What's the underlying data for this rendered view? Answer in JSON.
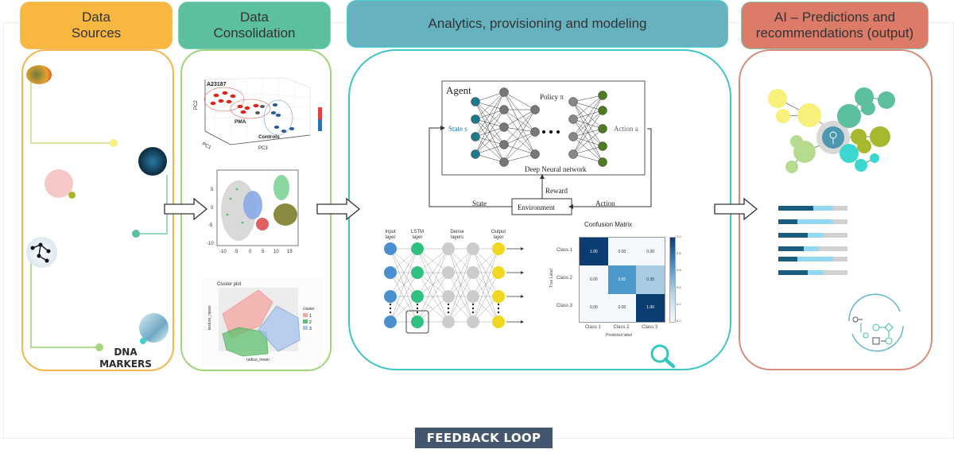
{
  "headers": {
    "data_sources": "Data\nSources",
    "data_consolidation": "Data\nConsolidation",
    "analytics": "Analytics, provisioning and modeling",
    "ai_output": "AI – Predictions and\nrecommendations (output)"
  },
  "colors": {
    "data_sources": "#f8b73e",
    "data_consolidation": "#5bbfa0",
    "analytics": "#66b3bf",
    "ai_output": "#db7b68",
    "sources_border": "#f5b54a",
    "consolidation_border": "#9fd67c",
    "analytics_border": "#3fc6c2",
    "ai_border": "#d98a77",
    "feedback_bg": "#44566d"
  },
  "data_sources_panel": {
    "dna_label": "DNA\nMARKERS"
  },
  "pca_plot": {
    "group_a": "A23187",
    "group_b": "PMA",
    "group_c": "Controls",
    "x_axis": "PC3",
    "y_axis": "PC2",
    "z_axis": "PC1"
  },
  "tsne_plot": {
    "x_ticks": [
      "-10",
      "-5",
      "0",
      "5",
      "10",
      "15"
    ],
    "y_ticks": [
      "5",
      "0",
      "-5",
      "-10"
    ]
  },
  "cluster_plot": {
    "title": "Cluster plot",
    "x_label": "radius_mean",
    "y_label": "texture_mean",
    "legend_title": "cluster",
    "legend": [
      "1",
      "2",
      "3"
    ]
  },
  "rl_diagram": {
    "agent": "Agent",
    "policy": "Policy π",
    "state_s": "State s",
    "action_a": "Action a",
    "dnn": "Deep Neural network",
    "reward": "Reward",
    "state": "State",
    "action": "Action",
    "environment": "Environment"
  },
  "lstm_diagram": {
    "input": "Input\nlayer",
    "lstm": "LSTM\nlayer",
    "dense": "Dense\nlayers",
    "output": "Output\nlayer"
  },
  "confusion_matrix": {
    "title": "Confusion Matrix",
    "classes": [
      "Class 1",
      "Class 2",
      "Class 3"
    ],
    "x_label": "Predicted label",
    "y_label": "True Label",
    "values": [
      [
        "1.00",
        "0.00",
        "0.00"
      ],
      [
        "0.00",
        "0.62",
        "0.38"
      ],
      [
        "0.00",
        "0.00",
        "1.00"
      ]
    ],
    "colorbar_ticks": [
      "1.0",
      "0.8",
      "0.6",
      "0.4",
      "0.2",
      "0.0"
    ]
  },
  "output_bars": [
    {
      "dark": 0.5,
      "light": 0.78
    },
    {
      "dark": 0.28,
      "light": 0.78
    },
    {
      "dark": 0.43,
      "light": 0.64
    },
    {
      "dark": 0.37,
      "light": 0.59
    },
    {
      "dark": 0.28,
      "light": 0.78
    },
    {
      "dark": 0.43,
      "light": 0.64
    }
  ],
  "feedback": {
    "label": "FEEDBACK LOOP"
  },
  "icons": {
    "arrow": "hollow-right-arrow",
    "magnifier": "search-icon",
    "cycle": "workflow-cycle-icon"
  }
}
